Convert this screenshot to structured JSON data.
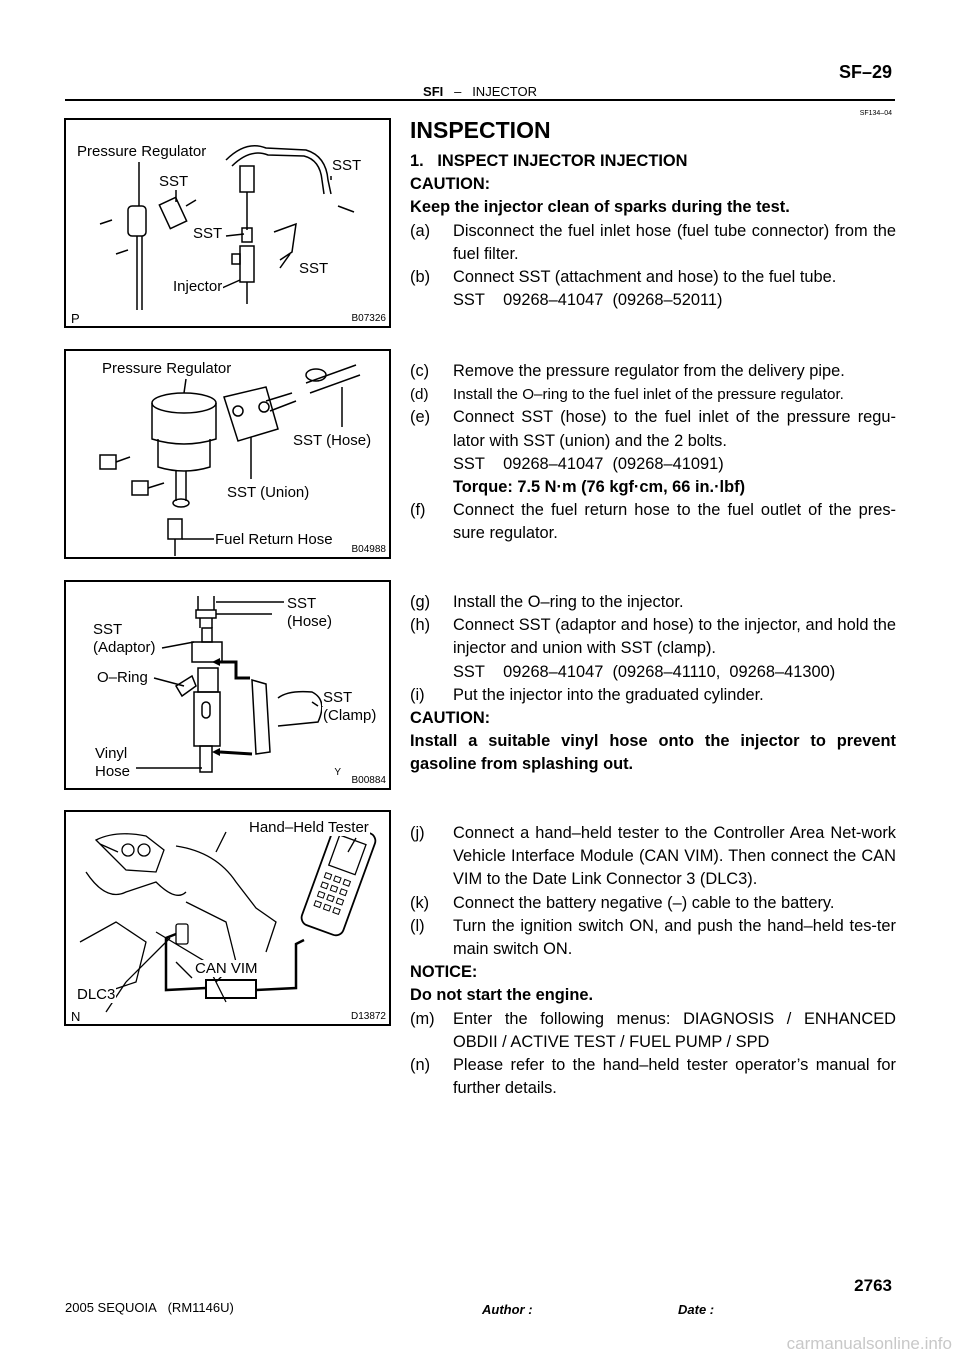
{
  "header": {
    "section": "SFI",
    "dash": "–",
    "topic": "INJECTOR",
    "page_code": "SF–29",
    "doc_id": "SF134–04"
  },
  "figures": [
    {
      "code": "B07326",
      "letter": "P",
      "labels": [
        "Pressure Regulator",
        "SST",
        "SST",
        "SST",
        "SST",
        "Injector"
      ]
    },
    {
      "code": "B04988",
      "letter": "",
      "labels": [
        "Pressure Regulator",
        "SST (Hose)",
        "SST (Union)",
        "Fuel Return Hose"
      ]
    },
    {
      "code": "B00884",
      "letter": "Y",
      "labels": [
        "SST",
        "(Hose)",
        "SST",
        "(Adaptor)",
        "O–Ring",
        "SST",
        "(Clamp)",
        "Vinyl",
        "Hose"
      ]
    },
    {
      "code": "D13872",
      "letter": "N",
      "labels": [
        "Hand–Held Tester",
        "CAN VIM",
        "DLC3"
      ]
    }
  ],
  "content": {
    "title": "INSPECTION",
    "s1": {
      "heading": "1.   INSPECT INJECTOR INJECTION",
      "caution_label": "CAUTION:",
      "caution_text": "Keep the injector clean of sparks during the test.",
      "a_n": "(a)",
      "a": "Disconnect the fuel inlet hose (fuel tube connector) from the fuel filter.",
      "b_n": "(b)",
      "b": "Connect SST (attachment and hose) to the fuel tube.",
      "b_sst": "SST    09268–41047  (09268–52011)"
    },
    "s2": {
      "c_n": "(c)",
      "c": "Remove the pressure regulator from the delivery pipe.",
      "d_n": "(d)",
      "d": "Install the O–ring to the fuel inlet of the pressure regulator.",
      "e_n": "(e)",
      "e": "Connect SST (hose) to the fuel inlet of the pressure regu-lator with SST (union) and the 2 bolts.",
      "e_sst": "SST    09268–41047  (09268–41091)",
      "e_torque": "Torque: 7.5 N·m (76 kgf·cm, 66 in.·lbf)",
      "f_n": "(f)",
      "f": "Connect the fuel return hose to the fuel outlet of the pres-sure regulator."
    },
    "s3": {
      "g_n": "(g)",
      "g": "Install the O–ring to the injector.",
      "h_n": "(h)",
      "h": "Connect SST (adaptor and hose) to the injector, and hold the injector and union with SST (clamp).",
      "h_sst": "SST    09268–41047  (09268–41110,  09268–41300)",
      "i_n": "(i)",
      "i": "Put the injector into the graduated cylinder.",
      "caution_label": "CAUTION:",
      "caution_text": "Install a suitable vinyl hose onto the injector to prevent gasoline from splashing out."
    },
    "s4": {
      "j_n": "(j)",
      "j": "Connect a hand–held tester to the Controller Area Net-work Vehicle Interface Module (CAN VIM). Then connect the CAN VIM to the Date Link Connector 3 (DLC3).",
      "k_n": "(k)",
      "k": "Connect the battery negative (–) cable to the battery.",
      "l_n": "(l)",
      "l": "Turn the ignition switch ON, and push the hand–held tes-ter main switch ON.",
      "notice_label": "NOTICE:",
      "notice_text": "Do not start the engine.",
      "m_n": "(m)",
      "m": "Enter the following menus: DIAGNOSIS / ENHANCED OBDII / ACTIVE TEST / FUEL PUMP / SPD",
      "n_n": "(n)",
      "n": "Please refer to the hand–held tester operator’s manual for further details."
    }
  },
  "footer": {
    "vehicle": "2005 SEQUOIA   (RM1146U)",
    "author": "Author :",
    "date": "Date :",
    "page_number": "2763",
    "watermark": "carmanualsonline.info"
  }
}
